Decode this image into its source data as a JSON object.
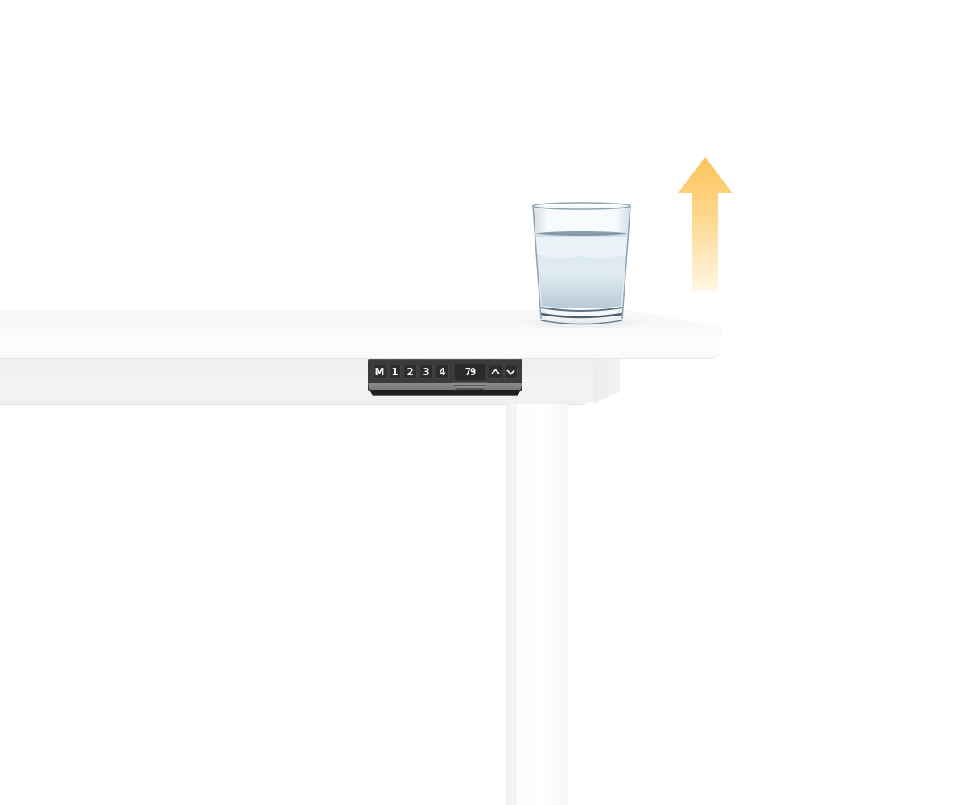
{
  "scene": {
    "description": "White electric standing desk corner with a glass of water and an upward arrow indicating height adjustment",
    "background_color": "#ffffff"
  },
  "control_panel": {
    "buttons": [
      {
        "id": "memory",
        "label": "M"
      },
      {
        "id": "preset-1",
        "label": "1"
      },
      {
        "id": "preset-2",
        "label": "2"
      },
      {
        "id": "preset-3",
        "label": "3"
      },
      {
        "id": "preset-4",
        "label": "4"
      }
    ],
    "height_display": "79",
    "up_icon": "chevron-up-icon",
    "down_icon": "chevron-down-icon",
    "color": "#3b3b3b"
  },
  "arrow": {
    "direction": "up",
    "color_top": "#fcc35a",
    "color_bottom": "#fff6e4"
  },
  "glass": {
    "contents": "water"
  }
}
